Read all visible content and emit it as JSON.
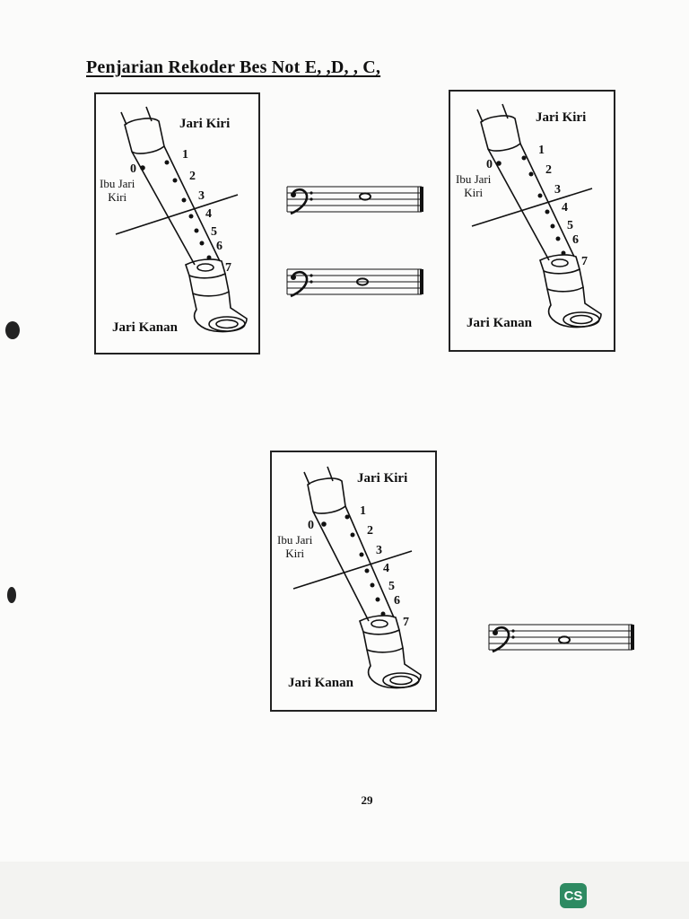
{
  "title": "Penjarian Rekoder Bes Not E, ,D, , C,",
  "fingering": {
    "left_hand": "Jari Kiri",
    "right_hand": "Jari Kanan",
    "thumb_number": "0",
    "thumb_line1": "Ibu Jari",
    "thumb_line2": "Kiri",
    "holes": [
      "1",
      "2",
      "3",
      "4",
      "5",
      "6",
      "7"
    ]
  },
  "page_number": "29",
  "logo": "CS"
}
